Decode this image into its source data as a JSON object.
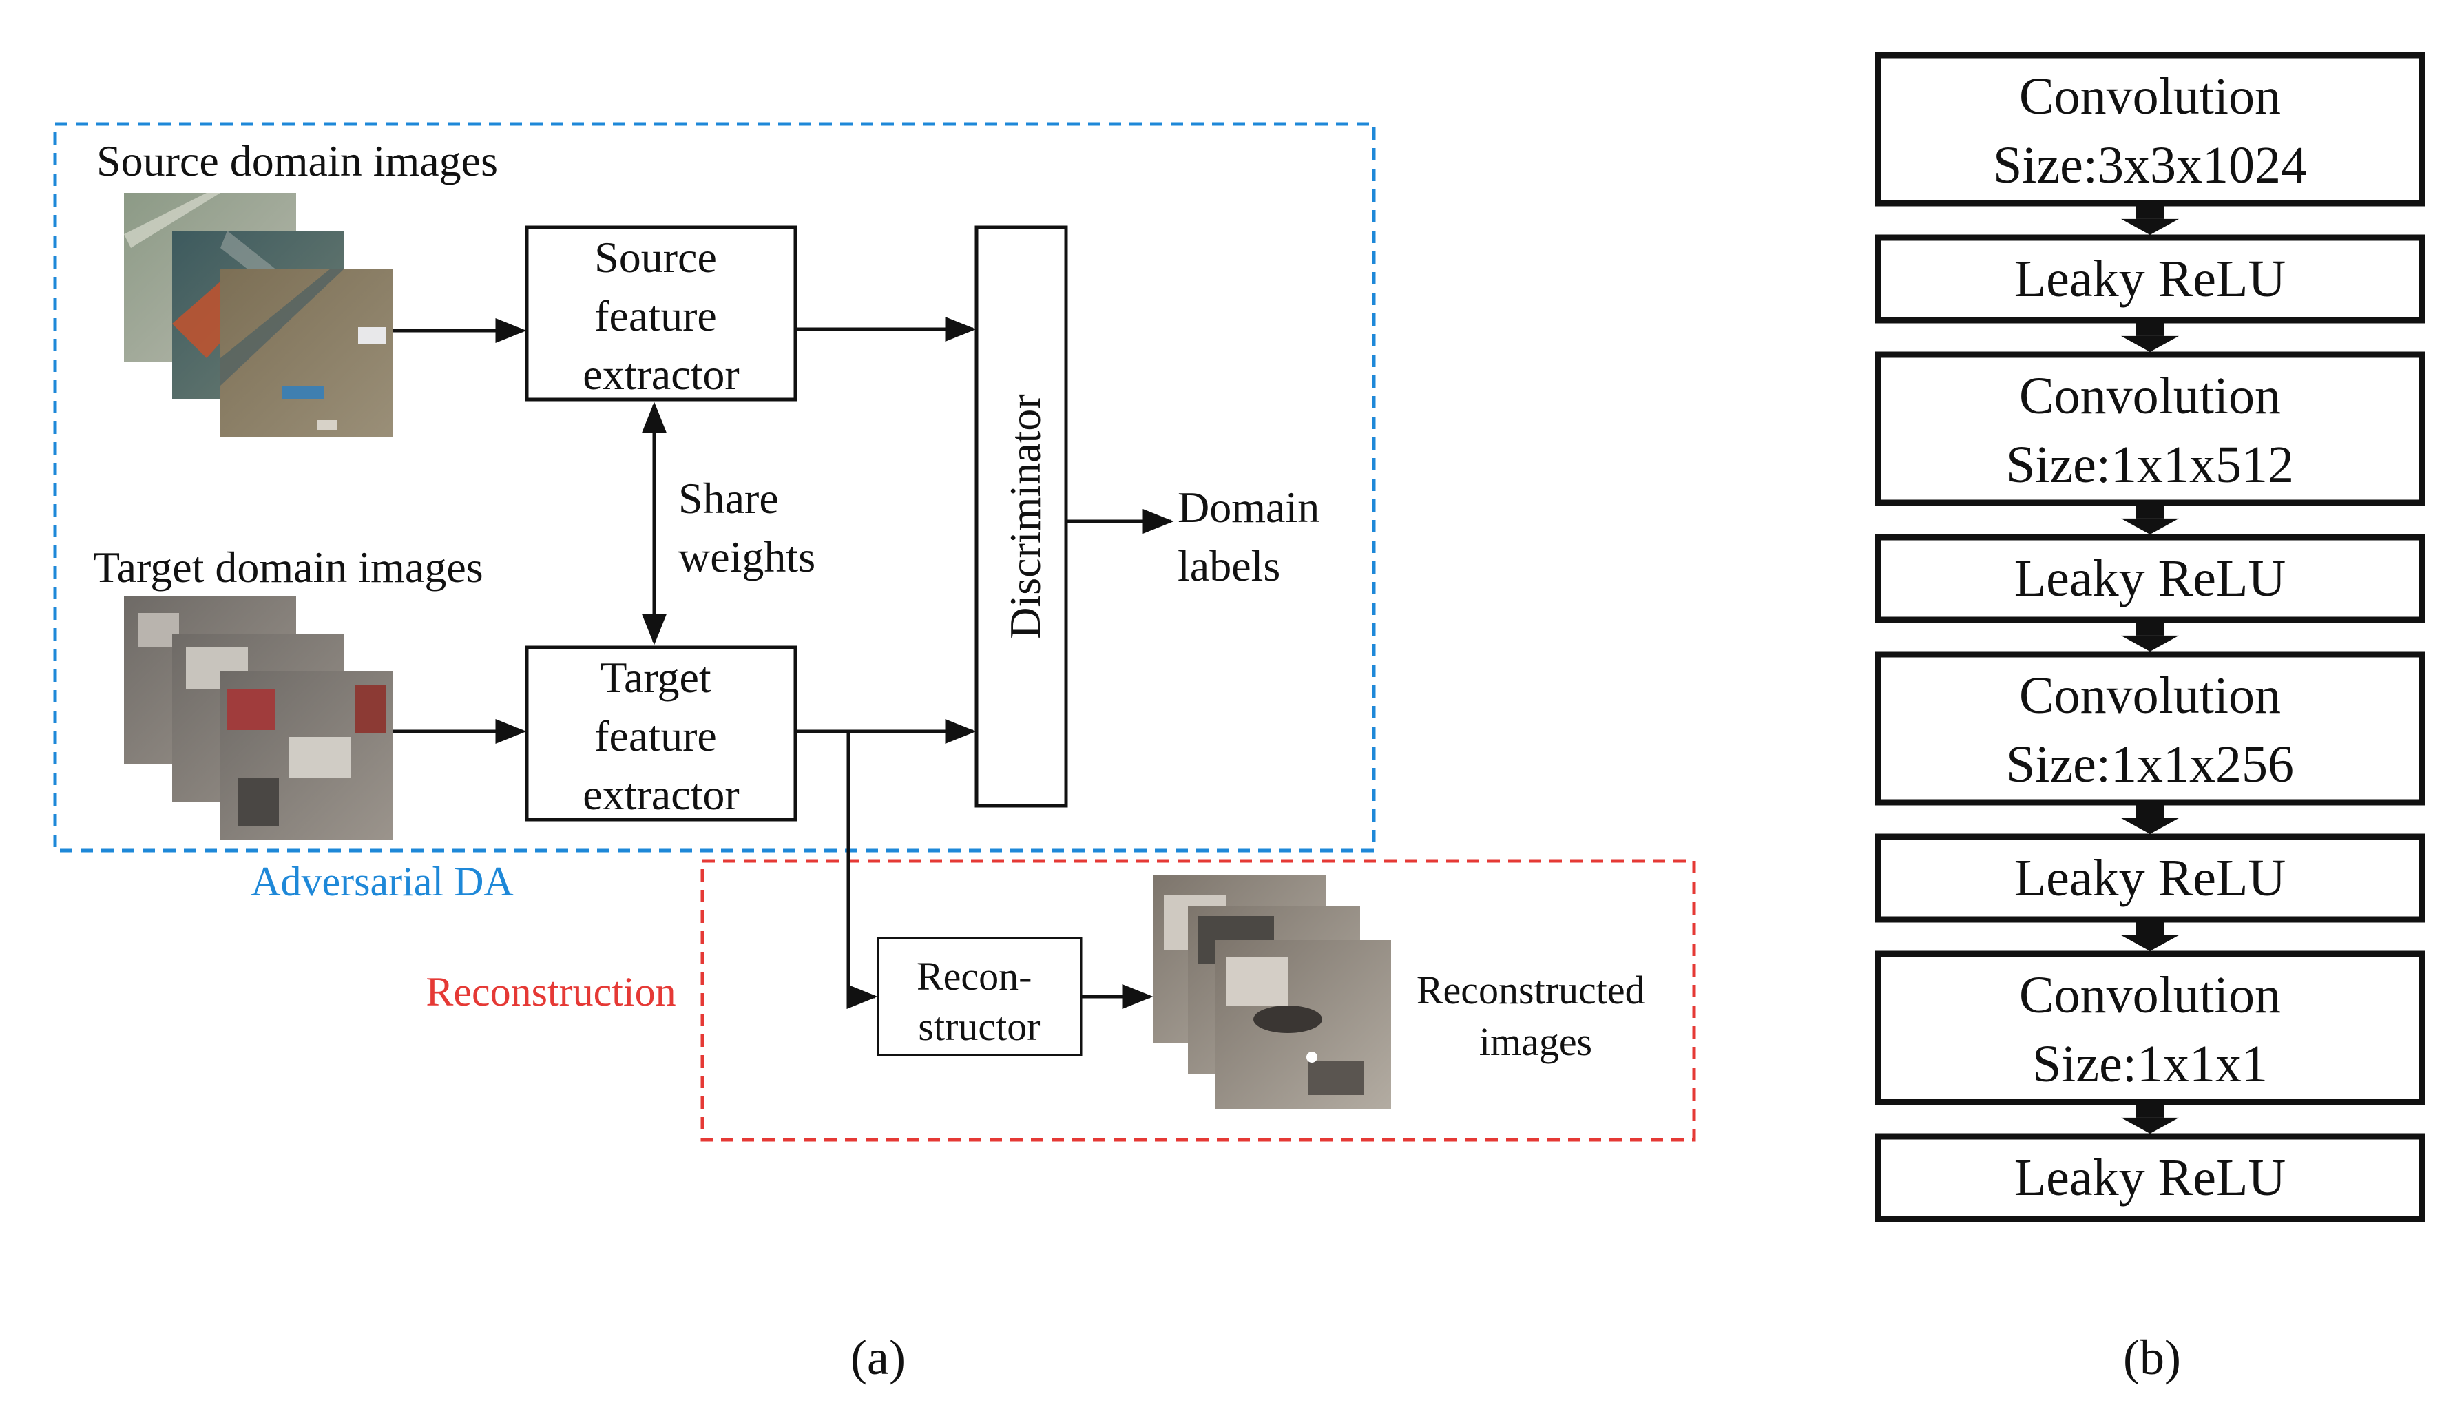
{
  "panel_a": {
    "caption": "(a)",
    "source_images_label": "Source domain images",
    "target_images_label": "Target domain  images",
    "source_extractor": [
      "Source",
      "feature",
      "extractor"
    ],
    "target_extractor": [
      "Target",
      "feature",
      "extractor"
    ],
    "share_weights": [
      "Share",
      "weights"
    ],
    "discriminator": "Discriminator",
    "domain_labels": [
      "Domain",
      "labels"
    ],
    "adversarial_label": "Adversarial DA",
    "reconstruction_label": "Reconstruction",
    "reconstructor": [
      "Recon-",
      "structor"
    ],
    "reconstructed_images": [
      "Reconstructed",
      "images"
    ],
    "colors": {
      "adversarial": "#1e88d8",
      "reconstruction": "#e53935"
    }
  },
  "panel_b": {
    "caption": "(b)",
    "layers": [
      {
        "title": "Convolution",
        "size": "Size:3x3x1024"
      },
      {
        "title": "Leaky ReLU"
      },
      {
        "title": "Convolution",
        "size": "Size:1x1x512"
      },
      {
        "title": "Leaky ReLU"
      },
      {
        "title": "Convolution",
        "size": "Size:1x1x256"
      },
      {
        "title": "Leaky ReLU"
      },
      {
        "title": "Convolution",
        "size": "Size:1x1x1"
      },
      {
        "title": "Leaky ReLU"
      }
    ]
  }
}
